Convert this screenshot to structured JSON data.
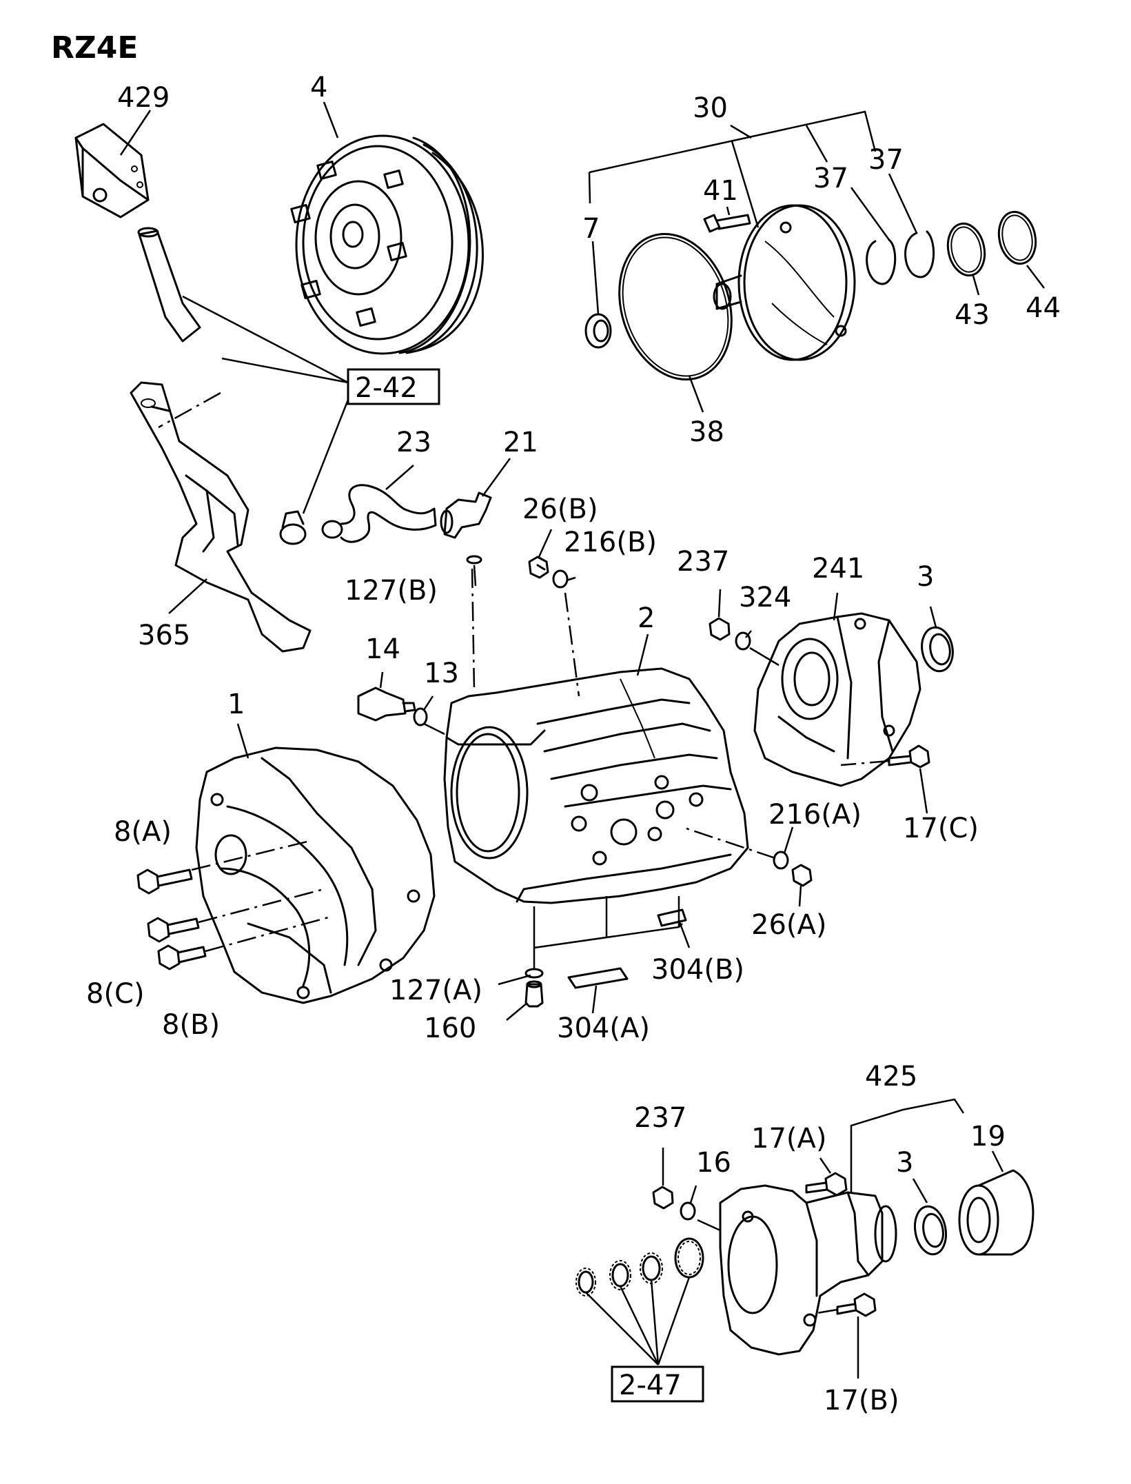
{
  "title": "RZ4E",
  "callouts": [
    {
      "id": "c429",
      "text": "429"
    },
    {
      "id": "c4",
      "text": "4"
    },
    {
      "id": "c30",
      "text": "30"
    },
    {
      "id": "c37a",
      "text": "37"
    },
    {
      "id": "c37b",
      "text": "37"
    },
    {
      "id": "c7",
      "text": "7"
    },
    {
      "id": "c41",
      "text": "41"
    },
    {
      "id": "c43",
      "text": "43"
    },
    {
      "id": "c44",
      "text": "44"
    },
    {
      "id": "c38",
      "text": "38"
    },
    {
      "id": "c242",
      "text": "2-42"
    },
    {
      "id": "c23",
      "text": "23"
    },
    {
      "id": "c21",
      "text": "21"
    },
    {
      "id": "c26b",
      "text": "26(B)"
    },
    {
      "id": "c216b",
      "text": "216(B)"
    },
    {
      "id": "c237a",
      "text": "237"
    },
    {
      "id": "c241",
      "text": "241"
    },
    {
      "id": "c3a",
      "text": "3"
    },
    {
      "id": "c324",
      "text": "324"
    },
    {
      "id": "c127b",
      "text": "127(B)"
    },
    {
      "id": "c365",
      "text": "365"
    },
    {
      "id": "c14",
      "text": "14"
    },
    {
      "id": "c13",
      "text": "13"
    },
    {
      "id": "c2",
      "text": "2"
    },
    {
      "id": "c1",
      "text": "1"
    },
    {
      "id": "c8a",
      "text": "8(A)"
    },
    {
      "id": "c216a",
      "text": "216(A)"
    },
    {
      "id": "c17c",
      "text": "17(C)"
    },
    {
      "id": "c26a",
      "text": "26(A)"
    },
    {
      "id": "c8c",
      "text": "8(C)"
    },
    {
      "id": "c8b",
      "text": "8(B)"
    },
    {
      "id": "c127a",
      "text": "127(A)"
    },
    {
      "id": "c304b",
      "text": "304(B)"
    },
    {
      "id": "c160",
      "text": "160"
    },
    {
      "id": "c304a",
      "text": "304(A)"
    },
    {
      "id": "c425",
      "text": "425"
    },
    {
      "id": "c237b",
      "text": "237"
    },
    {
      "id": "c17a",
      "text": "17(A)"
    },
    {
      "id": "c19",
      "text": "19"
    },
    {
      "id": "c16",
      "text": "16"
    },
    {
      "id": "c3b",
      "text": "3"
    },
    {
      "id": "c247",
      "text": "2-47"
    },
    {
      "id": "c17b",
      "text": "17(B)"
    }
  ]
}
